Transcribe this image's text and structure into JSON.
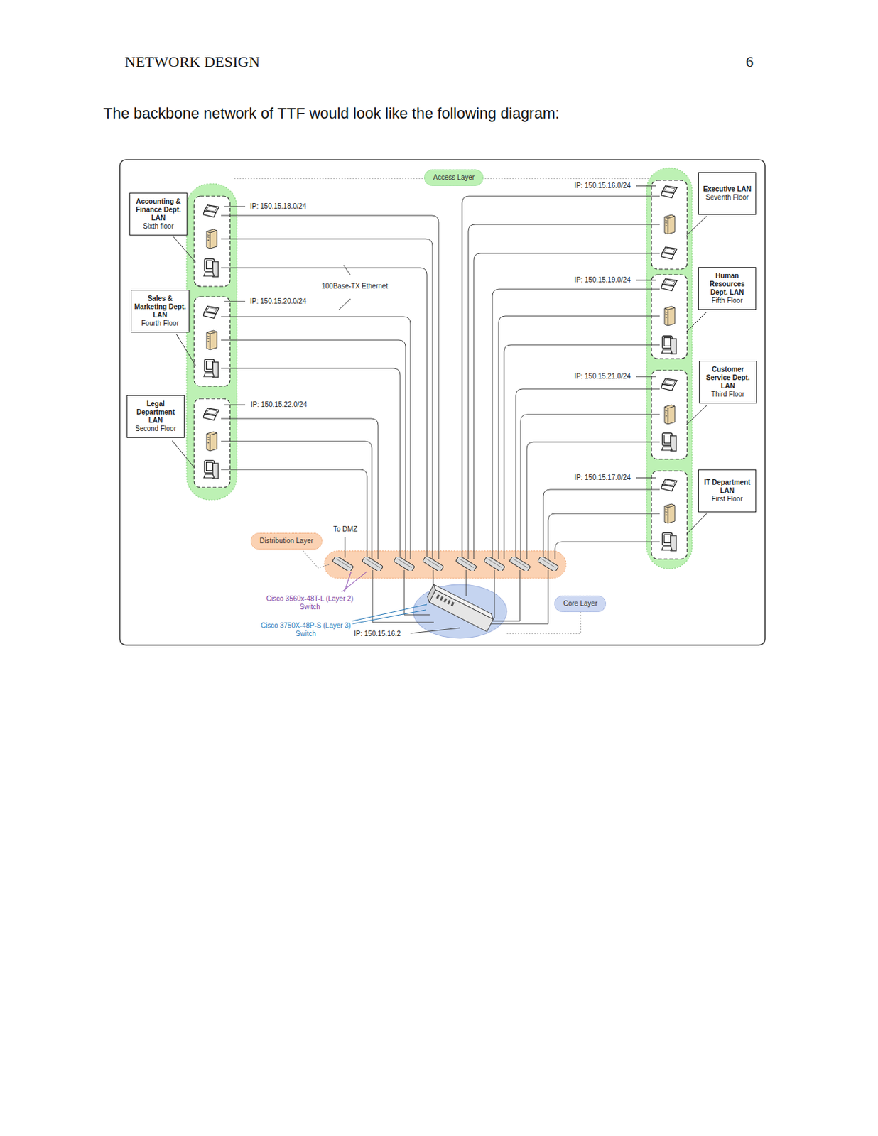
{
  "diagram": {
    "title": "The backbone network of TTF would look like the following diagram:",
    "nodes": [
      {
        "text": [
          "Access Layer"
        ]
      },
      {
        "text": [
          "Accounting & Finance Dept. LAN",
          "Sixth floor"
        ]
      },
      {
        "text": [
          "Sales & Marketing Dept. LAN",
          "Fourth Floor"
        ]
      },
      {
        "text": [
          "Legal Department LAN",
          "Second Floor"
        ]
      },
      {
        "text": [
          "Executive LAN",
          "Seventh Floor"
        ]
      },
      {
        "text": [
          "Human Resources Dept. LAN",
          "Fifth Floor"
        ]
      },
      {
        "text": [
          "Customer Service Dept. LAN",
          "Third Floor"
        ]
      },
      {
        "text": [
          "IT Department LAN",
          "First Floor"
        ]
      },
      {
        "text": [
          "Distribution Layer"
        ]
      },
      {
        "text": [
          "Core Layer"
        ]
      }
    ],
    "labels": [
      "NETWORK DESIGN",
      "6",
      "IP: 150.15.18.0/24",
      "IP: 150.15.20.0/24",
      "IP: 150.15.22.0/24",
      "IP: 150.15.16.0/24",
      "IP: 150.15.19.0/24",
      "IP: 150.15.21.0/24",
      "IP: 150.15.17.0/24",
      "100Base-TX Ethernet",
      "To DMZ",
      "Cisco 3560x-48T-L (Layer 2) Switch",
      "Cisco 3750X-48P-S (Layer 3) Switch",
      "IP: 150.15.16.2"
    ]
  }
}
